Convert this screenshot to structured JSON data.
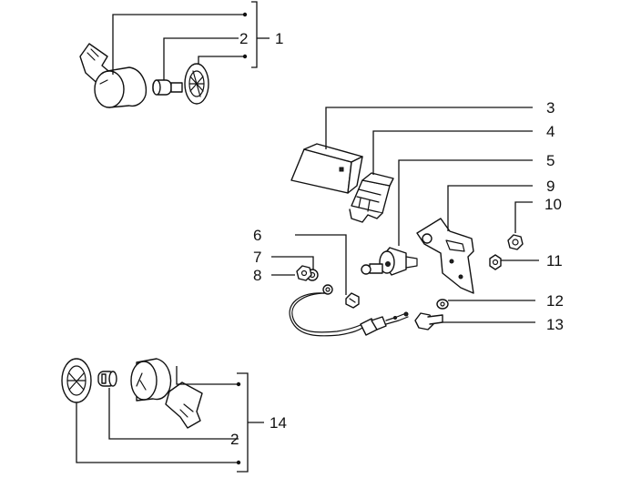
{
  "callouts": {
    "c1": "1",
    "c2_top": "2",
    "c3": "3",
    "c4": "4",
    "c5": "5",
    "c6": "6",
    "c7": "7",
    "c8": "8",
    "c9": "9",
    "c10": "10",
    "c11": "11",
    "c12": "12",
    "c13": "13",
    "c14": "14",
    "c2_bottom": "2"
  },
  "icons": {
    "turn_signal_front_right": "blinker-assembly-icon",
    "turn_signal_rear_left": "blinker-assembly-icon",
    "flasher_relay": "relay-box-icon",
    "connector": "connector-block-icon",
    "switch": "stop-switch-icon",
    "bracket": "mounting-bracket-icon",
    "cable": "wire-harness-icon"
  }
}
